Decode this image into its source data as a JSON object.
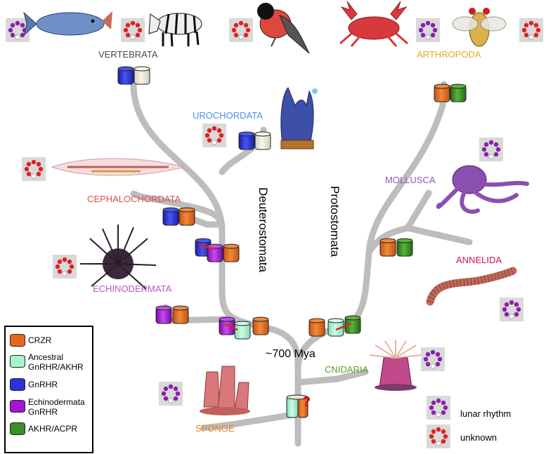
{
  "taxa": {
    "vertebrata": "VERTEBRATA",
    "arthropoda": "ARTHROPODA",
    "urochordata": "UROCHORDATA",
    "cephalochordata": "CEPHALOCHORDATA",
    "mollusca": "MOLLUSCA",
    "annelida": "ANNELIDA",
    "echinodermata": "ECHINODERMATA",
    "cnidaria": "CNIDARIA",
    "sponge": "SPONGE"
  },
  "clades": {
    "deuterostomata": "Deuterostomata",
    "protostomata": "Protostomata"
  },
  "time_label": "~700 Mya",
  "unknown_mark": "?",
  "legend": [
    {
      "label": "CRZR",
      "color": "#e8671c"
    },
    {
      "label": "Ancestral GnRHR/AKHR",
      "color": "#a6f5cf"
    },
    {
      "label": "GnRHR",
      "color": "#2a33d9"
    },
    {
      "label": "Echinodermata GnRHR",
      "color": "#a514d8"
    },
    {
      "label": "AKHR/ACPR",
      "color": "#3c8f24"
    }
  ],
  "rhythm_key": {
    "lunar": "lunar rhythm",
    "unknown": "unknown"
  },
  "colors": {
    "vertebrata": "#4a4a4a",
    "arthropoda": "#d9b21c",
    "urochordata": "#4a90e2",
    "cephalochordata": "#e0504a",
    "mollusca": "#9a4fc0",
    "annelida": "#c8174b",
    "echinodermata": "#b757c4",
    "cnidaria": "#58a024",
    "sponge": "#e8821c",
    "tree": "#bdbdbd",
    "lunar": "#8a1fae",
    "unknown": "#e02020"
  },
  "icons": [
    "fish-image",
    "zebra-image",
    "bird-image",
    "crab-image",
    "fly-image",
    "sea-squirt-image",
    "lancelet-image",
    "octopus-image",
    "sea-urchin-image",
    "worm-image",
    "sea-anemone-image",
    "sponge-image",
    "rhythm-icon"
  ]
}
